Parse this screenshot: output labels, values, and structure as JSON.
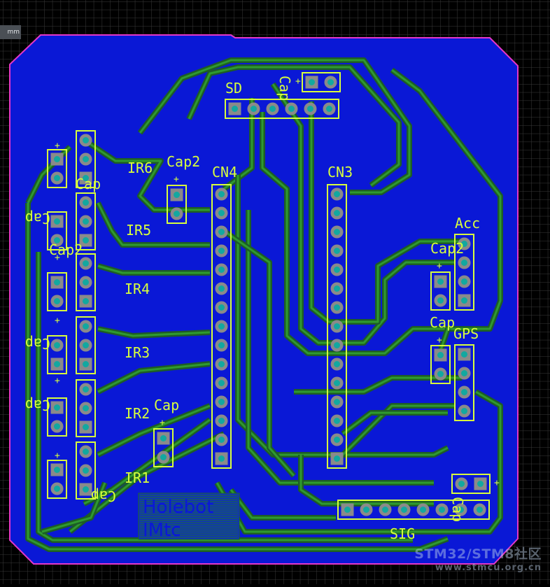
{
  "toolbar": {
    "unit_label": "mm"
  },
  "colors": {
    "background": "#000000",
    "grid": "#3a3a3a",
    "copper_pour": "#0a18d6",
    "board_outline": "#e437c8",
    "trace": "#2f9a2f",
    "silkscreen": "#d8ff3c",
    "pad": "#8a8a8a",
    "pad_hole": "#12a8a0"
  },
  "labels": {
    "sd": "SD",
    "cn4": "CN4",
    "cn3": "CN3",
    "cap2_top": "Cap2",
    "cap_top": "Cap",
    "cap_top_mirror": "Cap",
    "ir6": "IR6",
    "ir5": "IR5",
    "ir4": "IR4",
    "ir3": "IR3",
    "ir2": "IR2",
    "ir1": "IR1",
    "cap_left1": "Cap",
    "cap2_left": "Cap2",
    "cap_left2": "Cap",
    "cap_left3": "Cap",
    "cap_left4": "Cap",
    "cap_mid": "Cap",
    "acc": "Acc",
    "cap2_right": "Cap2",
    "cap_right": "Cap",
    "gps": "GPS",
    "sig": "SIG",
    "cap_bottom": "Cap",
    "plus": "+",
    "logo_line1": "Holebot",
    "logo_line2": "IMtc"
  },
  "watermark": {
    "line1": "STM32/STM8社区",
    "line2": "www.stmcu.org.cn"
  }
}
